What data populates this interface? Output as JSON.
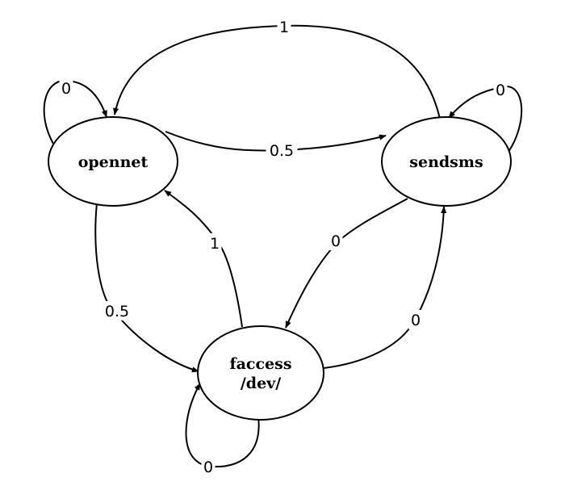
{
  "diagram": {
    "type": "state-transition-graph",
    "nodes": [
      {
        "id": "opennet",
        "label_lines": [
          "opennet"
        ]
      },
      {
        "id": "sendsms",
        "label_lines": [
          "sendsms"
        ]
      },
      {
        "id": "faccess",
        "label_lines": [
          "faccess",
          "/dev/"
        ]
      }
    ],
    "edges": [
      {
        "from": "sendsms",
        "to": "opennet",
        "label": "1"
      },
      {
        "from": "opennet",
        "to": "opennet",
        "label": "0"
      },
      {
        "from": "sendsms",
        "to": "sendsms",
        "label": "0"
      },
      {
        "from": "opennet",
        "to": "sendsms",
        "label": "0.5"
      },
      {
        "from": "opennet",
        "to": "faccess",
        "label": "0.5"
      },
      {
        "from": "faccess",
        "to": "opennet",
        "label": "1"
      },
      {
        "from": "sendsms",
        "to": "faccess",
        "label": "0"
      },
      {
        "from": "faccess",
        "to": "sendsms",
        "label": "0"
      },
      {
        "from": "faccess",
        "to": "faccess",
        "label": "0"
      }
    ]
  }
}
